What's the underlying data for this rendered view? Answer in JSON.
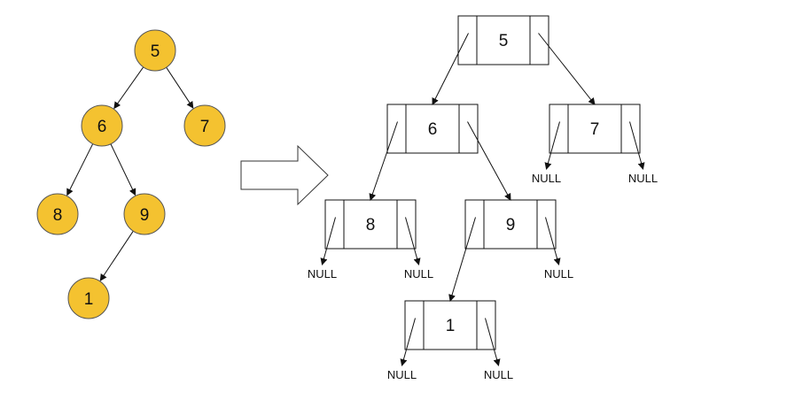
{
  "colors": {
    "node_fill": "#f4c230",
    "node_stroke": "#555555",
    "line": "#111111"
  },
  "left_tree": {
    "nodes": [
      {
        "id": "n5",
        "label": "5"
      },
      {
        "id": "n6",
        "label": "6"
      },
      {
        "id": "n7",
        "label": "7"
      },
      {
        "id": "n8",
        "label": "8"
      },
      {
        "id": "n9",
        "label": "9"
      },
      {
        "id": "n1",
        "label": "1"
      }
    ],
    "edges": [
      [
        "n5",
        "n6"
      ],
      [
        "n5",
        "n7"
      ],
      [
        "n6",
        "n8"
      ],
      [
        "n6",
        "n9"
      ],
      [
        "n9",
        "n1"
      ]
    ]
  },
  "right_tree": {
    "nodes": [
      {
        "id": "b5",
        "label": "5",
        "left": "b6",
        "right": "b7"
      },
      {
        "id": "b6",
        "label": "6",
        "left": "b8",
        "right": "b9"
      },
      {
        "id": "b7",
        "label": "7",
        "left": "NULL",
        "right": "NULL"
      },
      {
        "id": "b8",
        "label": "8",
        "left": "NULL",
        "right": "NULL"
      },
      {
        "id": "b9",
        "label": "9",
        "left": "b1",
        "right": "NULL"
      },
      {
        "id": "b1",
        "label": "1",
        "left": "NULL",
        "right": "NULL"
      }
    ],
    "null_text": "NULL"
  }
}
